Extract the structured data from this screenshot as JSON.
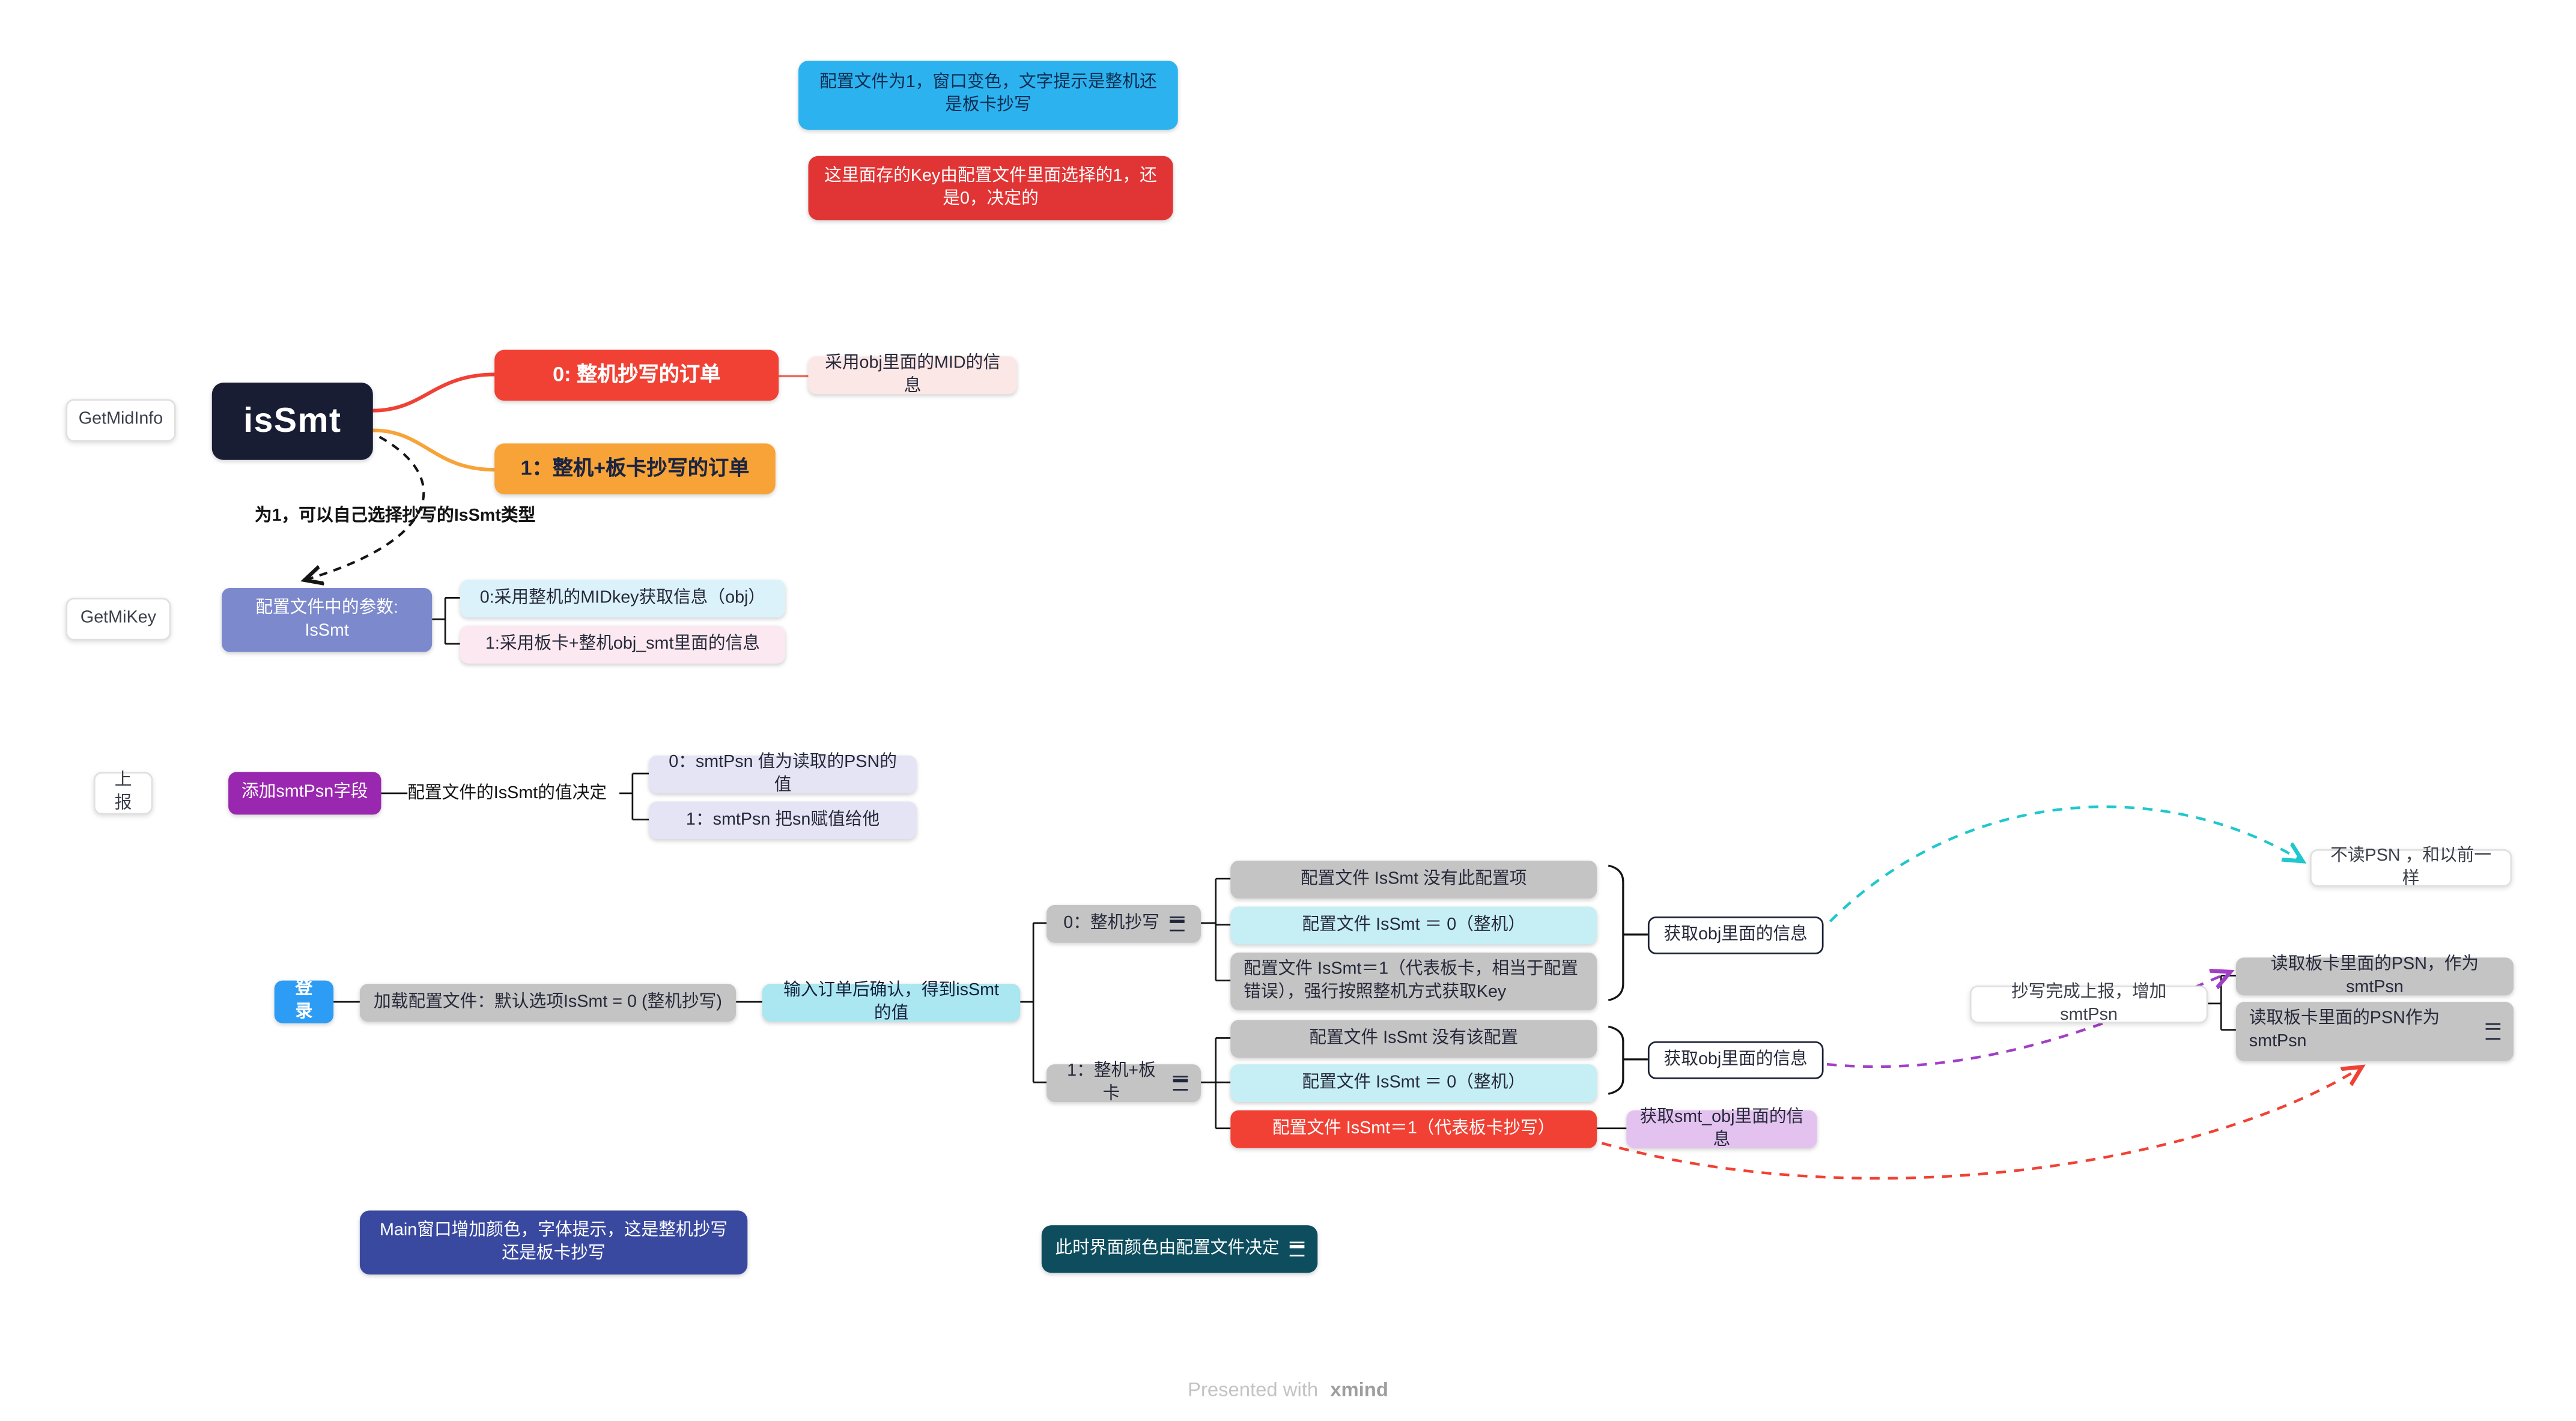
{
  "notes": {
    "window_color": "配置文件为1，窗口变色，文字提示是整机还是板卡抄写",
    "key_source": "这里面存的Key由配置文件里面选择的1，还是0，决定的"
  },
  "floating_labels": {
    "get_mid_info": "GetMidInfo",
    "get_mi_key": "GetMiKey",
    "report": "上报"
  },
  "mid_info": {
    "root": "isSmt",
    "order_whole": "0: 整机抄写的订单",
    "order_whole_note": "采用obj里面的MID的信息",
    "order_whole_board": "1：整机+板卡抄写的订单",
    "dashed_note": "为1，可以自己选择抄写的IsSmt类型"
  },
  "mi_key": {
    "root": "配置文件中的参数:\nIsSmt",
    "option0": "0:采用整机的MIDkey获取信息（obj）",
    "option1": "1:采用板卡+整机obj_smt里面的信息"
  },
  "report": {
    "root": "添加smtPsn字段",
    "rule_label": "配置文件的IsSmt的值决定",
    "option0": "0：smtPsn   值为读取的PSN的值",
    "option1": "1：smtPsn   把sn赋值给他"
  },
  "login": {
    "root": "登录",
    "load_config": "加载配置文件：默认选项IsSmt = 0 (整机抄写)",
    "confirm_order": "输入订单后确认，得到isSmt的值",
    "branch_whole": {
      "label": "0：整机抄写",
      "children": [
        "配置文件 IsSmt 没有此配置项",
        "配置文件 IsSmt ＝ 0（整机）",
        "配置文件 IsSmt＝1（代表板卡，相当于配置错误），强行按照整机方式获取Key"
      ],
      "result": "获取obj里面的信息"
    },
    "branch_board": {
      "label": "1：整机+板卡",
      "children": [
        "配置文件 IsSmt 没有该配置",
        "配置文件 IsSmt ＝ 0（整机）",
        "配置文件 IsSmt＝1（代表板卡抄写）"
      ],
      "result": "获取obj里面的信息",
      "smt_result": "获取smt_obj里面的信息"
    }
  },
  "right_flow": {
    "no_psn": "不读PSN ，和以前一样",
    "report_done": "抄写完成上报，增加smtPsn",
    "read_psn_1": "读取板卡里面的PSN，作为smtPsn",
    "read_psn_2": "读取板卡里面的PSN作为smtPsn"
  },
  "bottom": {
    "main_window": "Main窗口增加颜色，字体提示，这是整机抄写还是板卡抄写",
    "ui_color": "此时界面颜色由配置文件决定"
  },
  "footer": {
    "prefix": "Presented with",
    "brand": "xmind"
  },
  "colors": {
    "root_topic": "#191d34",
    "branch_red": "#f04134",
    "branch_orange": "#f7a337",
    "note_blue": "#2cb3ef",
    "note_red": "#e13434",
    "purple": "#9a27af",
    "periwinkle": "#7c89cc",
    "login_blue": "#2d9cf4",
    "gray_topic": "#c4c4c4",
    "cyan_topic": "#abe7f1",
    "lavender": "#e4e4f4",
    "purple_light": "#e3c2ef",
    "indigo": "#3a49a0",
    "teal_dark": "#0d4d5e",
    "arrow_teal": "#1fc7ce",
    "arrow_purple": "#a13fc7",
    "arrow_red": "#f04134"
  }
}
